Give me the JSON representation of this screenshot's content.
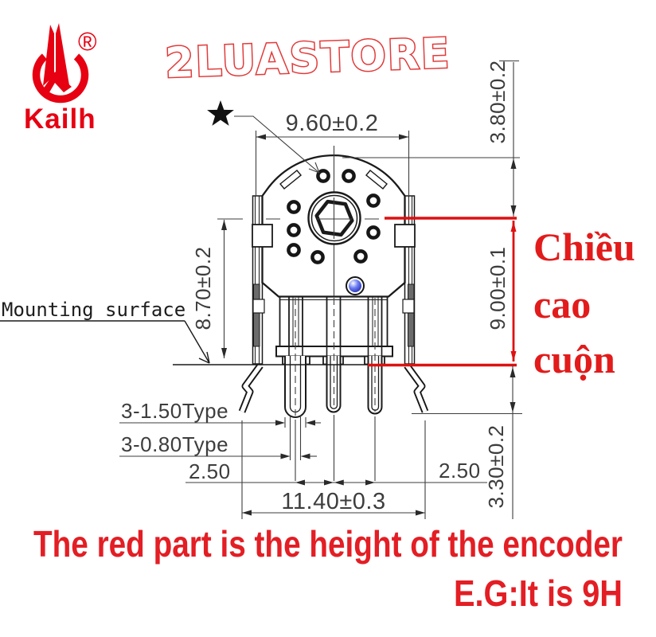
{
  "brand": {
    "name": "Kailh",
    "registered": "®"
  },
  "store": {
    "name": "2LUASTORE"
  },
  "drawing": {
    "mounting_surface_label": "Mounting surface",
    "dims": {
      "top_width": "9.60±0.2",
      "top_to_center": "3.80±0.2",
      "coil_height": "9.00±0.1",
      "center_to_mount": "8.70±0.2",
      "below_mount": "3.30±0.2",
      "overall_width": "11.40±0.3",
      "pin_pitch_left": "2.50",
      "pin_pitch_right": "2.50",
      "pin_type_wide": "3-1.50Type",
      "pin_type_narrow": "3-0.80Type"
    }
  },
  "annotations": {
    "viet_line1": "Chiều",
    "viet_line2": "cao",
    "viet_line3": "cuộn",
    "caption_line1": "The red part is the height of the encoder",
    "caption_line2": "E.G:It is 9H"
  },
  "colors": {
    "accent_red": "#e31e24",
    "highlight_line_red": "#dd1111",
    "logo_red": "#e60012",
    "dim_text": "#3d3d3d",
    "blue_dot": "#1a22a8"
  }
}
